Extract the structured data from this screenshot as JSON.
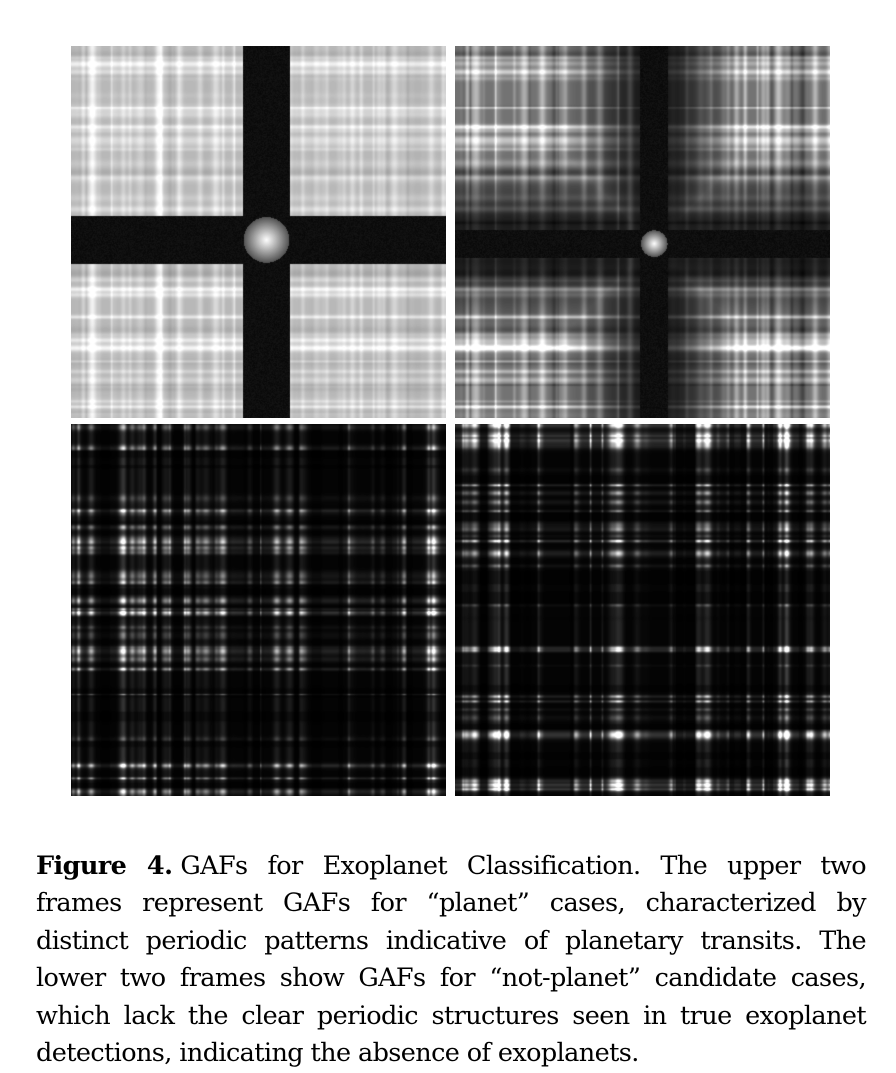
{
  "figure": {
    "label": "Figure 4.",
    "caption": "GAFs for Exoplanet Classification. The upper two frames represent GAFs for “planet” cases, characterized by distinct periodic patterns indicative of planetary transits. The lower two frames show GAFs for “not-planet” candidate cases, which lack the clear periodic structures seen in true exoplanet detections, indicating the absence of exoplanets."
  },
  "panels": [
    {
      "id": "panel-tl",
      "group": "planet",
      "style": "gray-background-dark-cross",
      "center": [
        0.52,
        0.52
      ]
    },
    {
      "id": "panel-tr",
      "group": "planet",
      "style": "textured-background-dark-cross",
      "center": [
        0.53,
        0.53
      ]
    },
    {
      "id": "panel-bl",
      "group": "not-planet",
      "style": "dark-grid-texture",
      "seed": 7
    },
    {
      "id": "panel-br",
      "group": "not-planet",
      "style": "dark-grid-texture",
      "seed": 13
    }
  ],
  "colors": {
    "background": "#ffffff",
    "text": "#000000"
  }
}
